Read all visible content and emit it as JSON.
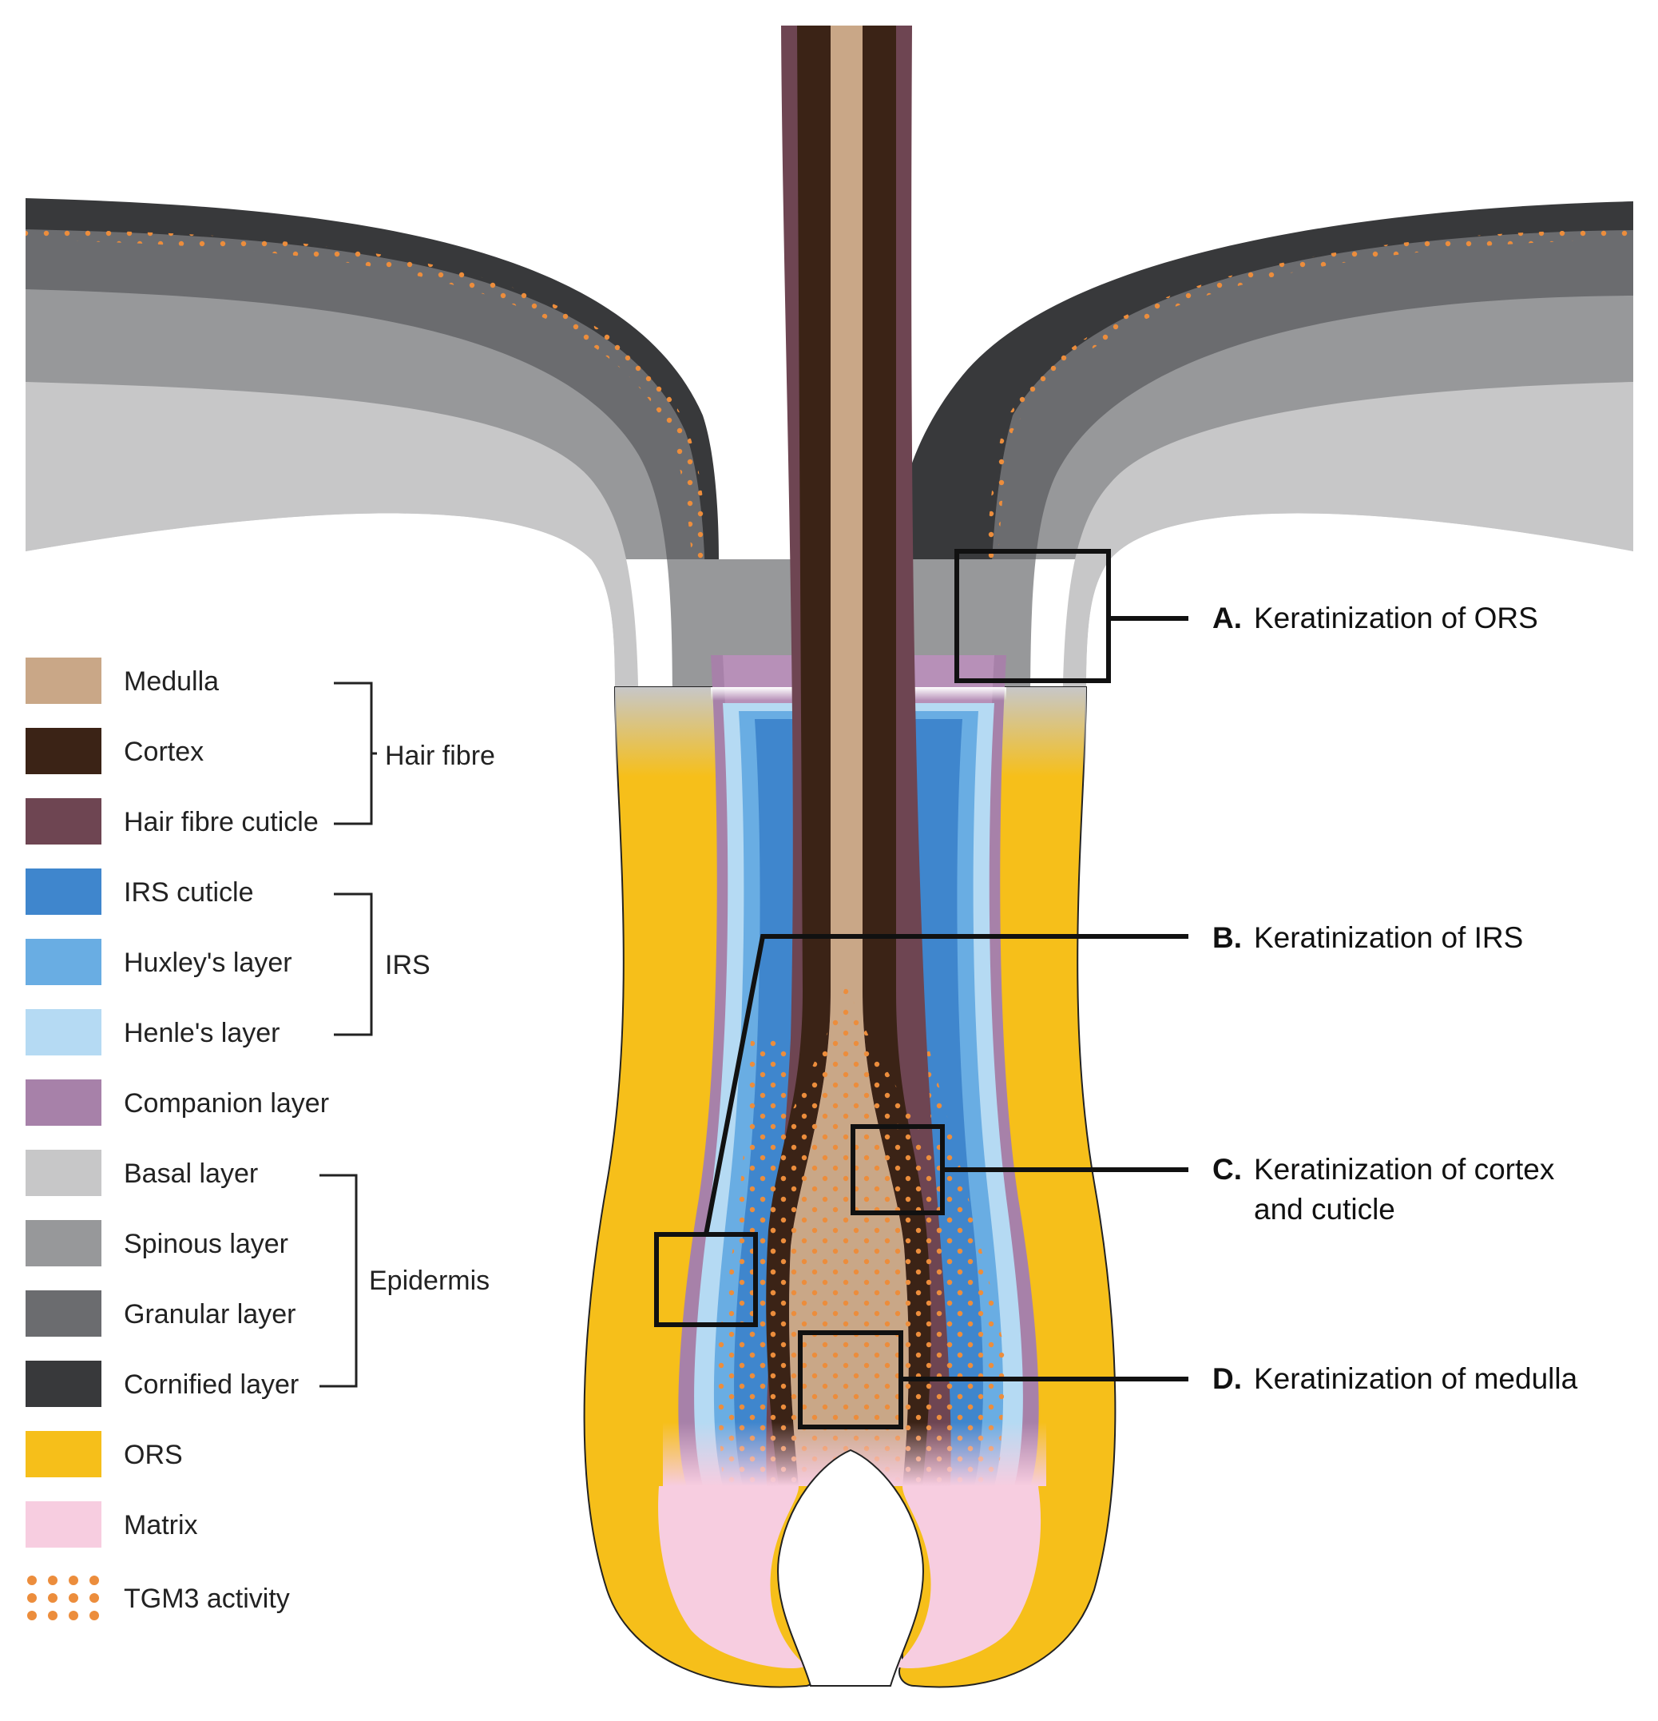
{
  "colors": {
    "medulla": "#c9a787",
    "cortex": "#3b2316",
    "hair_cuticle": "#6e4552",
    "irs_cuticle": "#3f86cd",
    "huxley": "#69ade3",
    "henle": "#b5daf3",
    "companion": "#a781a9",
    "basal": "#c7c7c8",
    "spinous": "#97989a",
    "granular": "#6b6c6f",
    "cornified": "#38393b",
    "ors": "#f6bf1a",
    "matrix": "#f7cde0",
    "tgm3": "#ec8d3c"
  },
  "legend": {
    "items": [
      {
        "label": "Medulla",
        "key": "medulla"
      },
      {
        "label": "Cortex",
        "key": "cortex"
      },
      {
        "label": "Hair fibre cuticle",
        "key": "hair_cuticle"
      },
      {
        "label": "IRS cuticle",
        "key": "irs_cuticle"
      },
      {
        "label": "Huxley's layer",
        "key": "huxley"
      },
      {
        "label": "Henle's layer",
        "key": "henle"
      },
      {
        "label": "Companion layer",
        "key": "companion"
      },
      {
        "label": "Basal layer",
        "key": "basal"
      },
      {
        "label": "Spinous layer",
        "key": "spinous"
      },
      {
        "label": "Granular layer",
        "key": "granular"
      },
      {
        "label": "Cornified layer",
        "key": "cornified"
      },
      {
        "label": "ORS",
        "key": "ors"
      },
      {
        "label": "Matrix",
        "key": "matrix"
      },
      {
        "label": "TGM3 activity",
        "key": "tgm3"
      }
    ],
    "groups": {
      "hair_fibre": "Hair fibre",
      "irs": "IRS",
      "epidermis": "Epidermis"
    }
  },
  "callouts": {
    "a": {
      "letter": "A.",
      "text": "Keratinization of ORS"
    },
    "b": {
      "letter": "B.",
      "text": "Keratinization of IRS"
    },
    "c": {
      "letter": "C.",
      "text": "Keratinization of cortex",
      "text2": "and cuticle"
    },
    "d": {
      "letter": "D.",
      "text": "Keratinization of medulla"
    }
  }
}
